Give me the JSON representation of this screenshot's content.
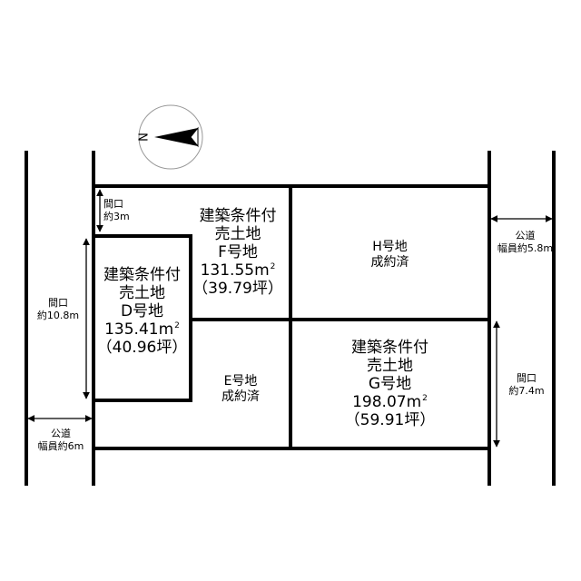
{
  "compass": {
    "north_label": "N"
  },
  "lots": {
    "D": {
      "line1": "建築条件付",
      "line2": "売土地",
      "name": "D号地",
      "area": "135.41m",
      "tsubo": "（40.96坪）"
    },
    "E": {
      "name": "E号地",
      "status": "成約済"
    },
    "F": {
      "line1": "建築条件付",
      "line2": "売土地",
      "name": "F号地",
      "area": "131.55m",
      "tsubo": "（39.79坪）"
    },
    "G": {
      "line1": "建築条件付",
      "line2": "売土地",
      "name": "G号地",
      "area": "198.07m",
      "tsubo": "（59.91坪）"
    },
    "H": {
      "name": "H号地",
      "status": "成約済"
    }
  },
  "area_unit_superscript": "2",
  "frontages": {
    "top_left": {
      "label": "間口",
      "value": "約3m"
    },
    "left": {
      "label": "間口",
      "value": "約10.8m"
    },
    "right": {
      "label": "間口",
      "value": "約7.4m"
    }
  },
  "roads": {
    "left": {
      "label": "公道",
      "width": "幅員約6m"
    },
    "right": {
      "label": "公道",
      "width": "幅員約5.8m"
    }
  }
}
